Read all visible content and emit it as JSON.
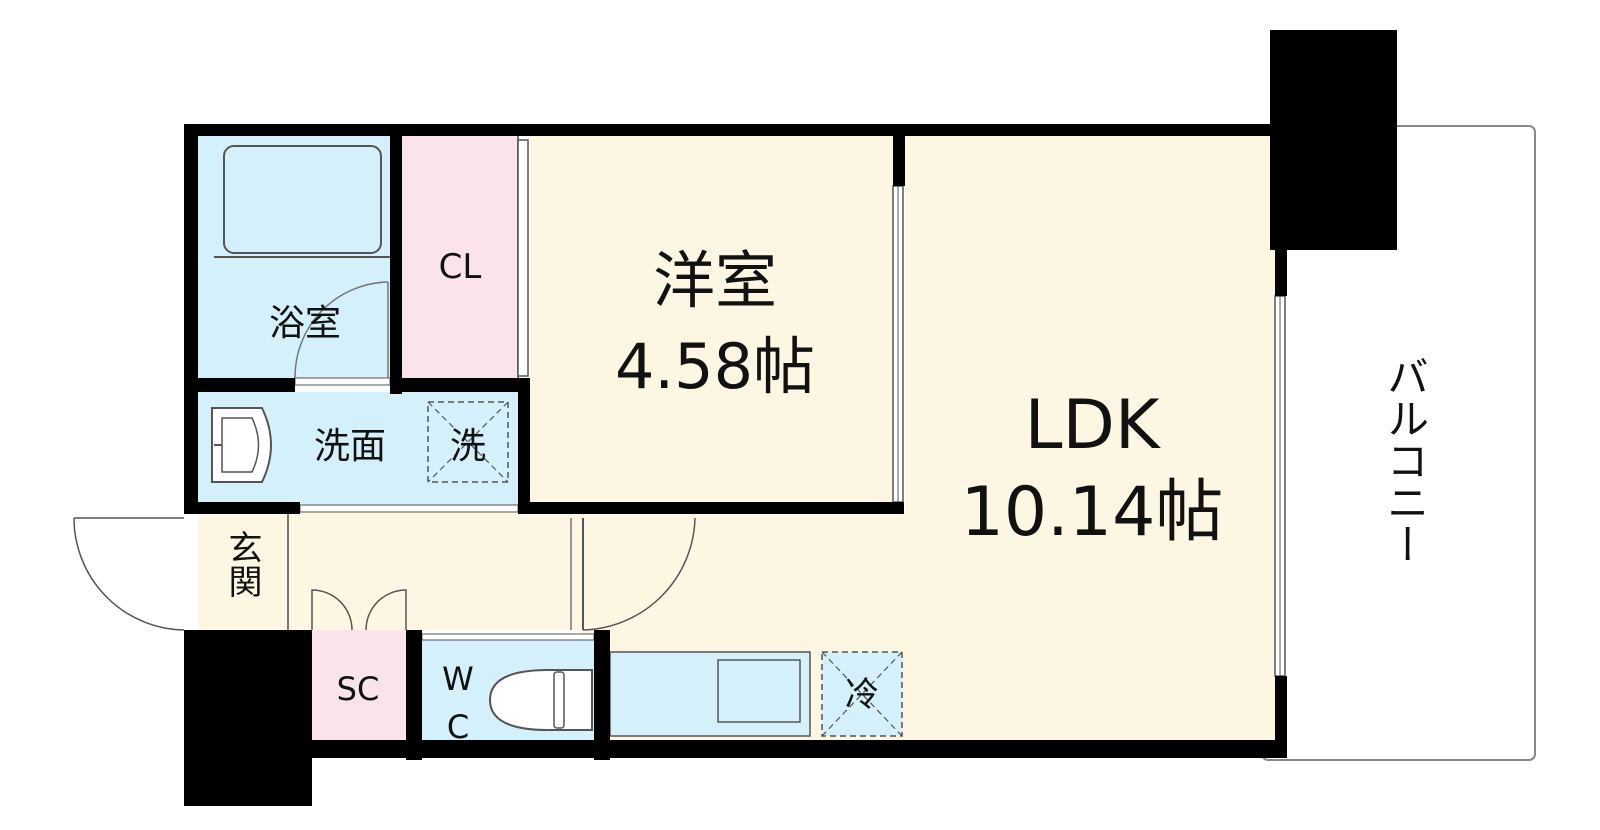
{
  "colors": {
    "wall": "#000000",
    "floor_living": "#fdf6e3",
    "wet_area": "#d4f0fb",
    "closet": "#fbe3ec",
    "balcony": "#ffffff",
    "fixture_line": "#555555"
  },
  "rooms": {
    "western_room": {
      "name": "洋室",
      "size": "4.58帖"
    },
    "ldk": {
      "name": "LDK",
      "size": "10.14帖"
    },
    "bath": {
      "name": "浴室"
    },
    "washroom": {
      "name": "洗面"
    },
    "washer": {
      "name": "洗"
    },
    "closet": {
      "name": "CL"
    },
    "entrance": {
      "name": "玄関"
    },
    "shoe_closet": {
      "name": "SC"
    },
    "toilet": {
      "name_top": "W",
      "name_bottom": "C"
    },
    "fridge": {
      "name": "冷"
    },
    "balcony": {
      "name": "バルコニー"
    }
  }
}
